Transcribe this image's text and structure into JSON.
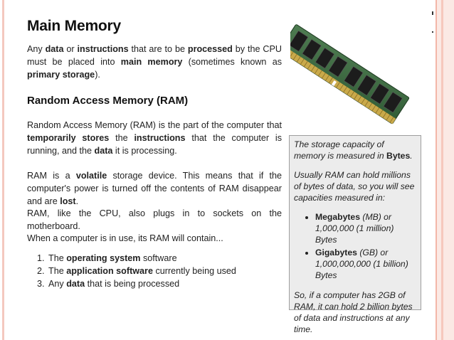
{
  "slide": {
    "title": "Main Memory",
    "intro": {
      "p1": "Any ",
      "b1": "data",
      "p2": " or ",
      "b2": "instructions",
      "p3": " that are to be ",
      "b3": "processed",
      "p4": " by the CPU must be placed into ",
      "b4": "main memory",
      "p5": " (sometimes known as ",
      "b5": "primary storage",
      "p6": ")."
    },
    "subheading": "Random Access Memory (RAM)",
    "para1": {
      "p1": "Random Access Memory (RAM) is the part of the computer that ",
      "b1": "temporarily stores",
      "p2": " the ",
      "b2": "instructions",
      "p3": " that the computer is running, and the ",
      "b3": "data",
      "p4": " it is processing."
    },
    "para2": {
      "p1": "RAM is a ",
      "b1": "volatile",
      "p2": " storage device. This means that if the computer's power is turned off the contents of RAM disappear and are ",
      "b2": "lost",
      "p3": "."
    },
    "para3": "RAM, like the CPU, also plugs in to sockets on the motherboard.",
    "para4": "When a computer is in use, its RAM will contain...",
    "list": [
      {
        "pre": "The ",
        "bold": "operating system",
        "post": " software"
      },
      {
        "pre": "The ",
        "bold": "application software",
        "post": " currently being used"
      },
      {
        "pre": "Any ",
        "bold": "data",
        "post": " that is being processed"
      }
    ],
    "sidebox": {
      "p1_pre": "The storage capacity of memory is measured in ",
      "p1_bold": "Bytes",
      "p1_post": ".",
      "p2": "Usually RAM can hold millions of bytes of data, so you will see capacities measured in:",
      "bullets": [
        {
          "bold": "Megabytes",
          "rest": " (MB) or 1,000,000 (1 million) Bytes"
        },
        {
          "bold": "Gigabytes",
          "rest": " (GB) or 1,000,000,000 (1 billion) Bytes"
        }
      ],
      "p3": "So, if a computer has 2GB of RAM, it can hold 2 billion bytes of data and instructions at any time."
    }
  }
}
